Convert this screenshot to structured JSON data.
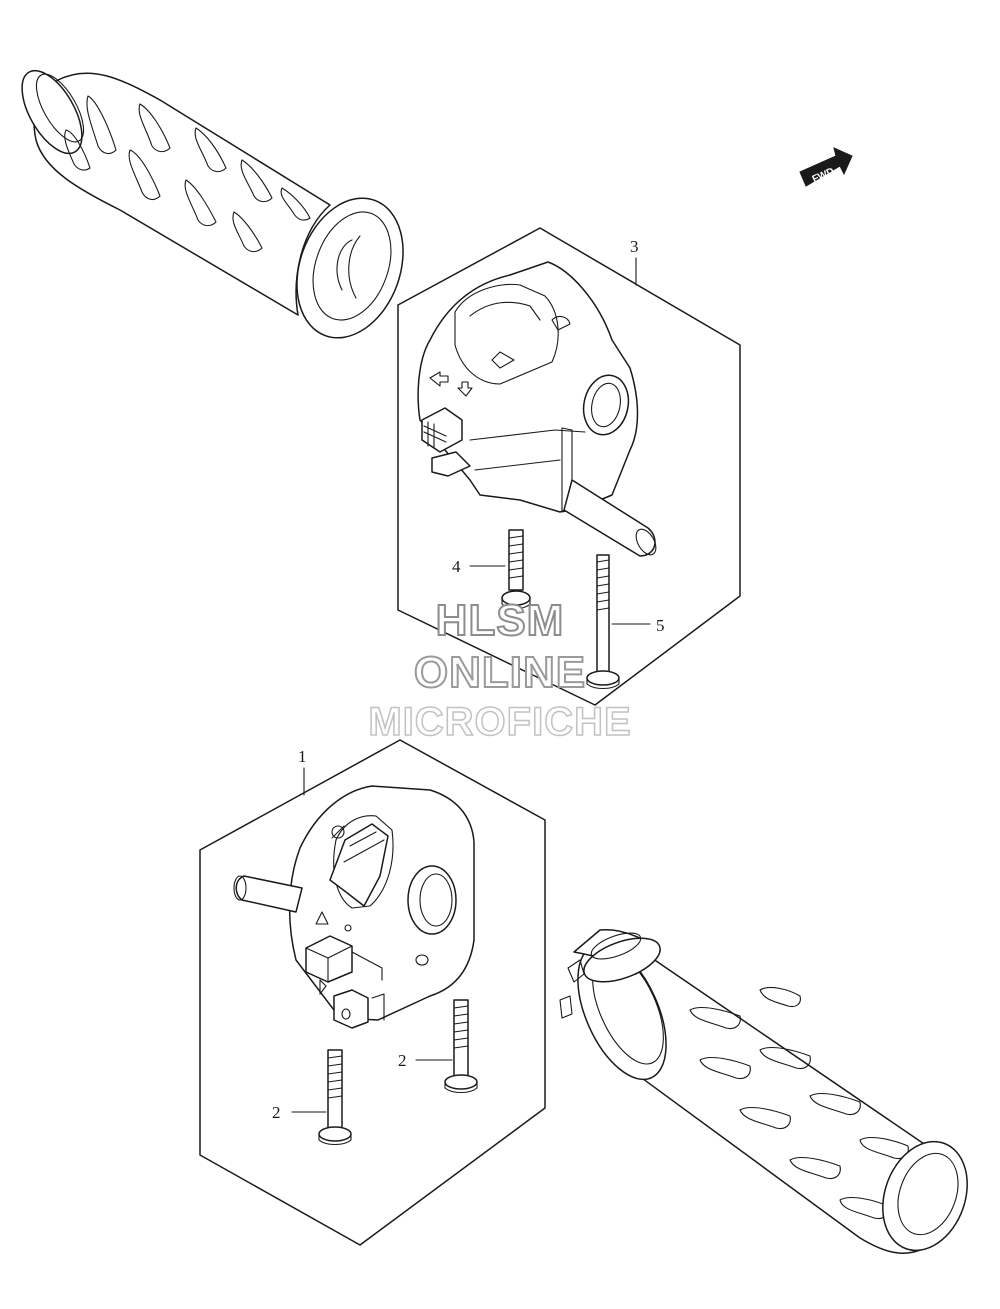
{
  "direction_badge": {
    "label": "FWD",
    "icon": "forward-arrow-icon"
  },
  "callouts": {
    "c1": "1",
    "c2a": "2",
    "c2b": "2",
    "c3": "3",
    "c4": "4",
    "c5": "5"
  },
  "watermark": {
    "line1": "HLSM",
    "line2": "ONLINE",
    "line3": "MICROFICHE"
  }
}
